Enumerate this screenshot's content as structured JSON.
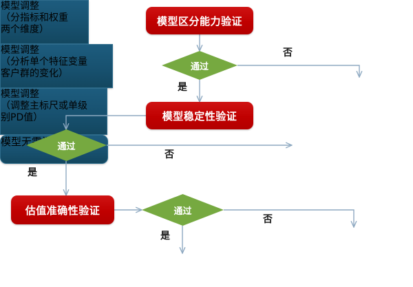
{
  "diagram": {
    "type": "flowchart",
    "title": "",
    "colors": {
      "process_red": "#C00000",
      "decision_green": "#76A940",
      "outcome_blue": "#17506E",
      "connector": "#8EA9C1",
      "background": "#FFFFFF"
    },
    "nodes": {
      "n1": {
        "label": "模型区分能力验证",
        "shape": "rounded-rectangle",
        "color": "#C00000"
      },
      "d1": {
        "label": "通过",
        "shape": "diamond",
        "color": "#76A940"
      },
      "b1": {
        "lines": [
          "模型调整",
          "（分指标和权重",
          "两个维度）"
        ],
        "shape": "rectangle",
        "color": "#17506E"
      },
      "n2": {
        "label": "模型稳定性验证",
        "shape": "rounded-rectangle",
        "color": "#C00000"
      },
      "d2": {
        "label": "通过",
        "shape": "diamond",
        "color": "#76A940"
      },
      "b2": {
        "lines": [
          "模型调整",
          "（分析单个特征变量",
          "客户群的变化）"
        ],
        "shape": "rectangle",
        "color": "#17506E"
      },
      "n3": {
        "label": "估值准确性验证",
        "shape": "rounded-rectangle",
        "color": "#C00000"
      },
      "d3": {
        "label": "通过",
        "shape": "diamond",
        "color": "#76A940"
      },
      "b3": {
        "lines": [
          "模型调整",
          "（调整主标尺或单级",
          "别PD值）"
        ],
        "shape": "rectangle",
        "color": "#17506E"
      },
      "b4": {
        "label": "模型无需调整",
        "shape": "rounded-rectangle",
        "color": "#17506E"
      }
    },
    "edge_labels": {
      "no1": "否",
      "yes1": "是",
      "no2": "否",
      "yes2": "是",
      "no3": "否",
      "yes3": "是"
    }
  }
}
